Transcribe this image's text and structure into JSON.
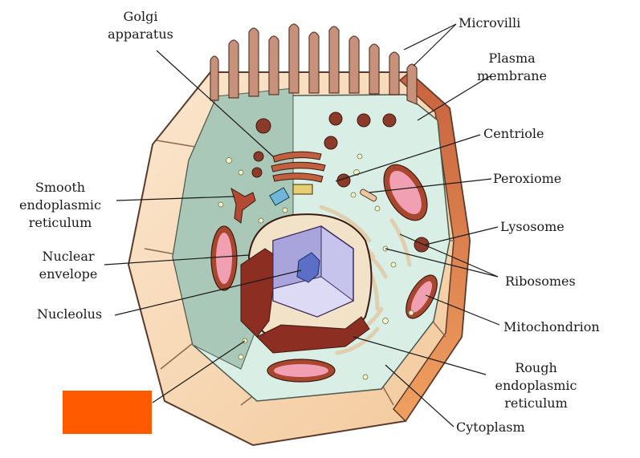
{
  "labels": {
    "golgi": [
      "Golgi",
      "apparatus"
    ],
    "smooth_er": [
      "Smooth",
      "endoplasmic",
      "reticulum"
    ],
    "nuclear_envelope": [
      "Nuclear",
      "envelope"
    ],
    "nucleolus": "Nucleolus",
    "microvilli": "Microvilli",
    "plasma_membrane": [
      "Plasma",
      "membrane"
    ],
    "centriole": "Centriole",
    "peroxiome": "Peroxiome",
    "lysosome": "Lysosome",
    "ribosomes": "Ribosomes",
    "mitochondrion": "Mitochondrion",
    "rough_er": [
      "Rough",
      "endoplasmic",
      "reticulum"
    ],
    "cytoplasm": "Cytoplasm"
  },
  "colors": {
    "redaction_box": "#ff5a00",
    "outer_wall": "#f6dcbc",
    "cytoplasm_light": "#d9efe6",
    "cytoplasm_shaded": "#a9c8b8",
    "membrane_brown": "#a8533a",
    "nucleus_purple": "#b6b3e3",
    "nucleolus_blue": "#5b6fc7",
    "organelle_red": "#8c3a2a",
    "mitochondria_pink": "#f0a0b2"
  }
}
